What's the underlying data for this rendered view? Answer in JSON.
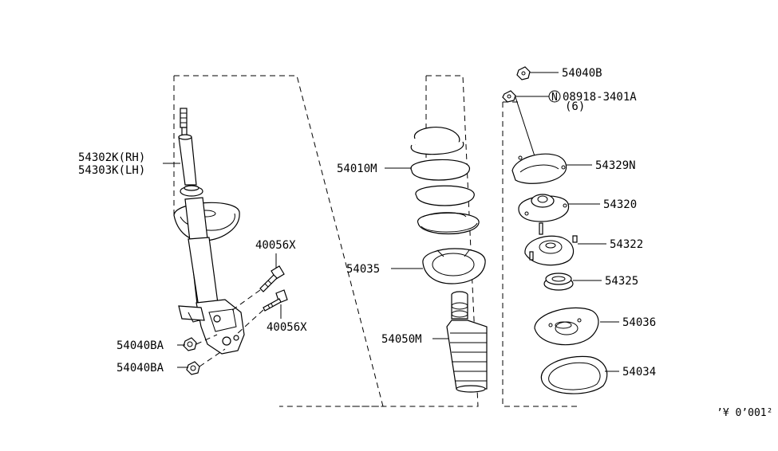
{
  "parts": {
    "strut": {
      "line1": "54302K(RH)",
      "line2": "54303K(LH)"
    },
    "bolt_upper": "40056X",
    "bolt_lower": "40056X",
    "nut_upper": "54040BA",
    "nut_lower": "54040BA",
    "spring": "54010M",
    "spring_seat": "54035",
    "bound_bumper": "54050M",
    "top_nut": "54040B",
    "washer_nut": {
      "symbol": "N",
      "number": "08918-3401A",
      "qty": "(6)"
    },
    "insulator_cover": "54329N",
    "mount": "54320",
    "mount_upper": "54322",
    "bearing": "54325",
    "upper_seat": "54036",
    "rubber_seat": "54034"
  },
  "diagram_ref": "’¥ 0’001²"
}
